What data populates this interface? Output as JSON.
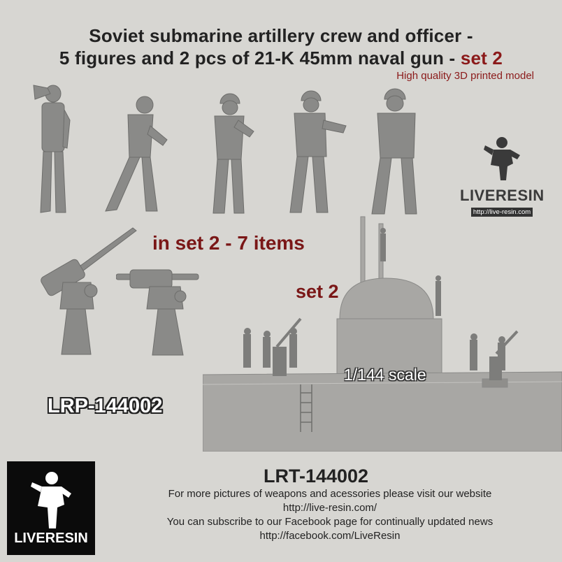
{
  "title": {
    "line1": "Soviet submarine artillery crew and officer -",
    "line2_main": "5 figures and 2 pcs of 21-K 45mm naval gun - ",
    "line2_accent": "set 2",
    "subtitle": "High quality 3D printed model"
  },
  "labels": {
    "in_set": "in set 2 - 7 items",
    "set_mid": "set 2",
    "scale": "1/144 scale",
    "product_code_small": "LRP-144002"
  },
  "logo": {
    "brand": "LIVERESIN",
    "url": "http://live-resin.com"
  },
  "footer": {
    "code": "LRT-144002",
    "line1": "For more pictures of weapons and acessories please visit our website",
    "line2": "http://live-resin.com/",
    "line3": "You can subscribe to our Facebook page for continually updated news",
    "line4": "http://facebook.com/LiveResin"
  },
  "colors": {
    "background": "#d7d6d2",
    "accent_red": "#8b1a1a",
    "model_gray": "#8a8a88"
  }
}
